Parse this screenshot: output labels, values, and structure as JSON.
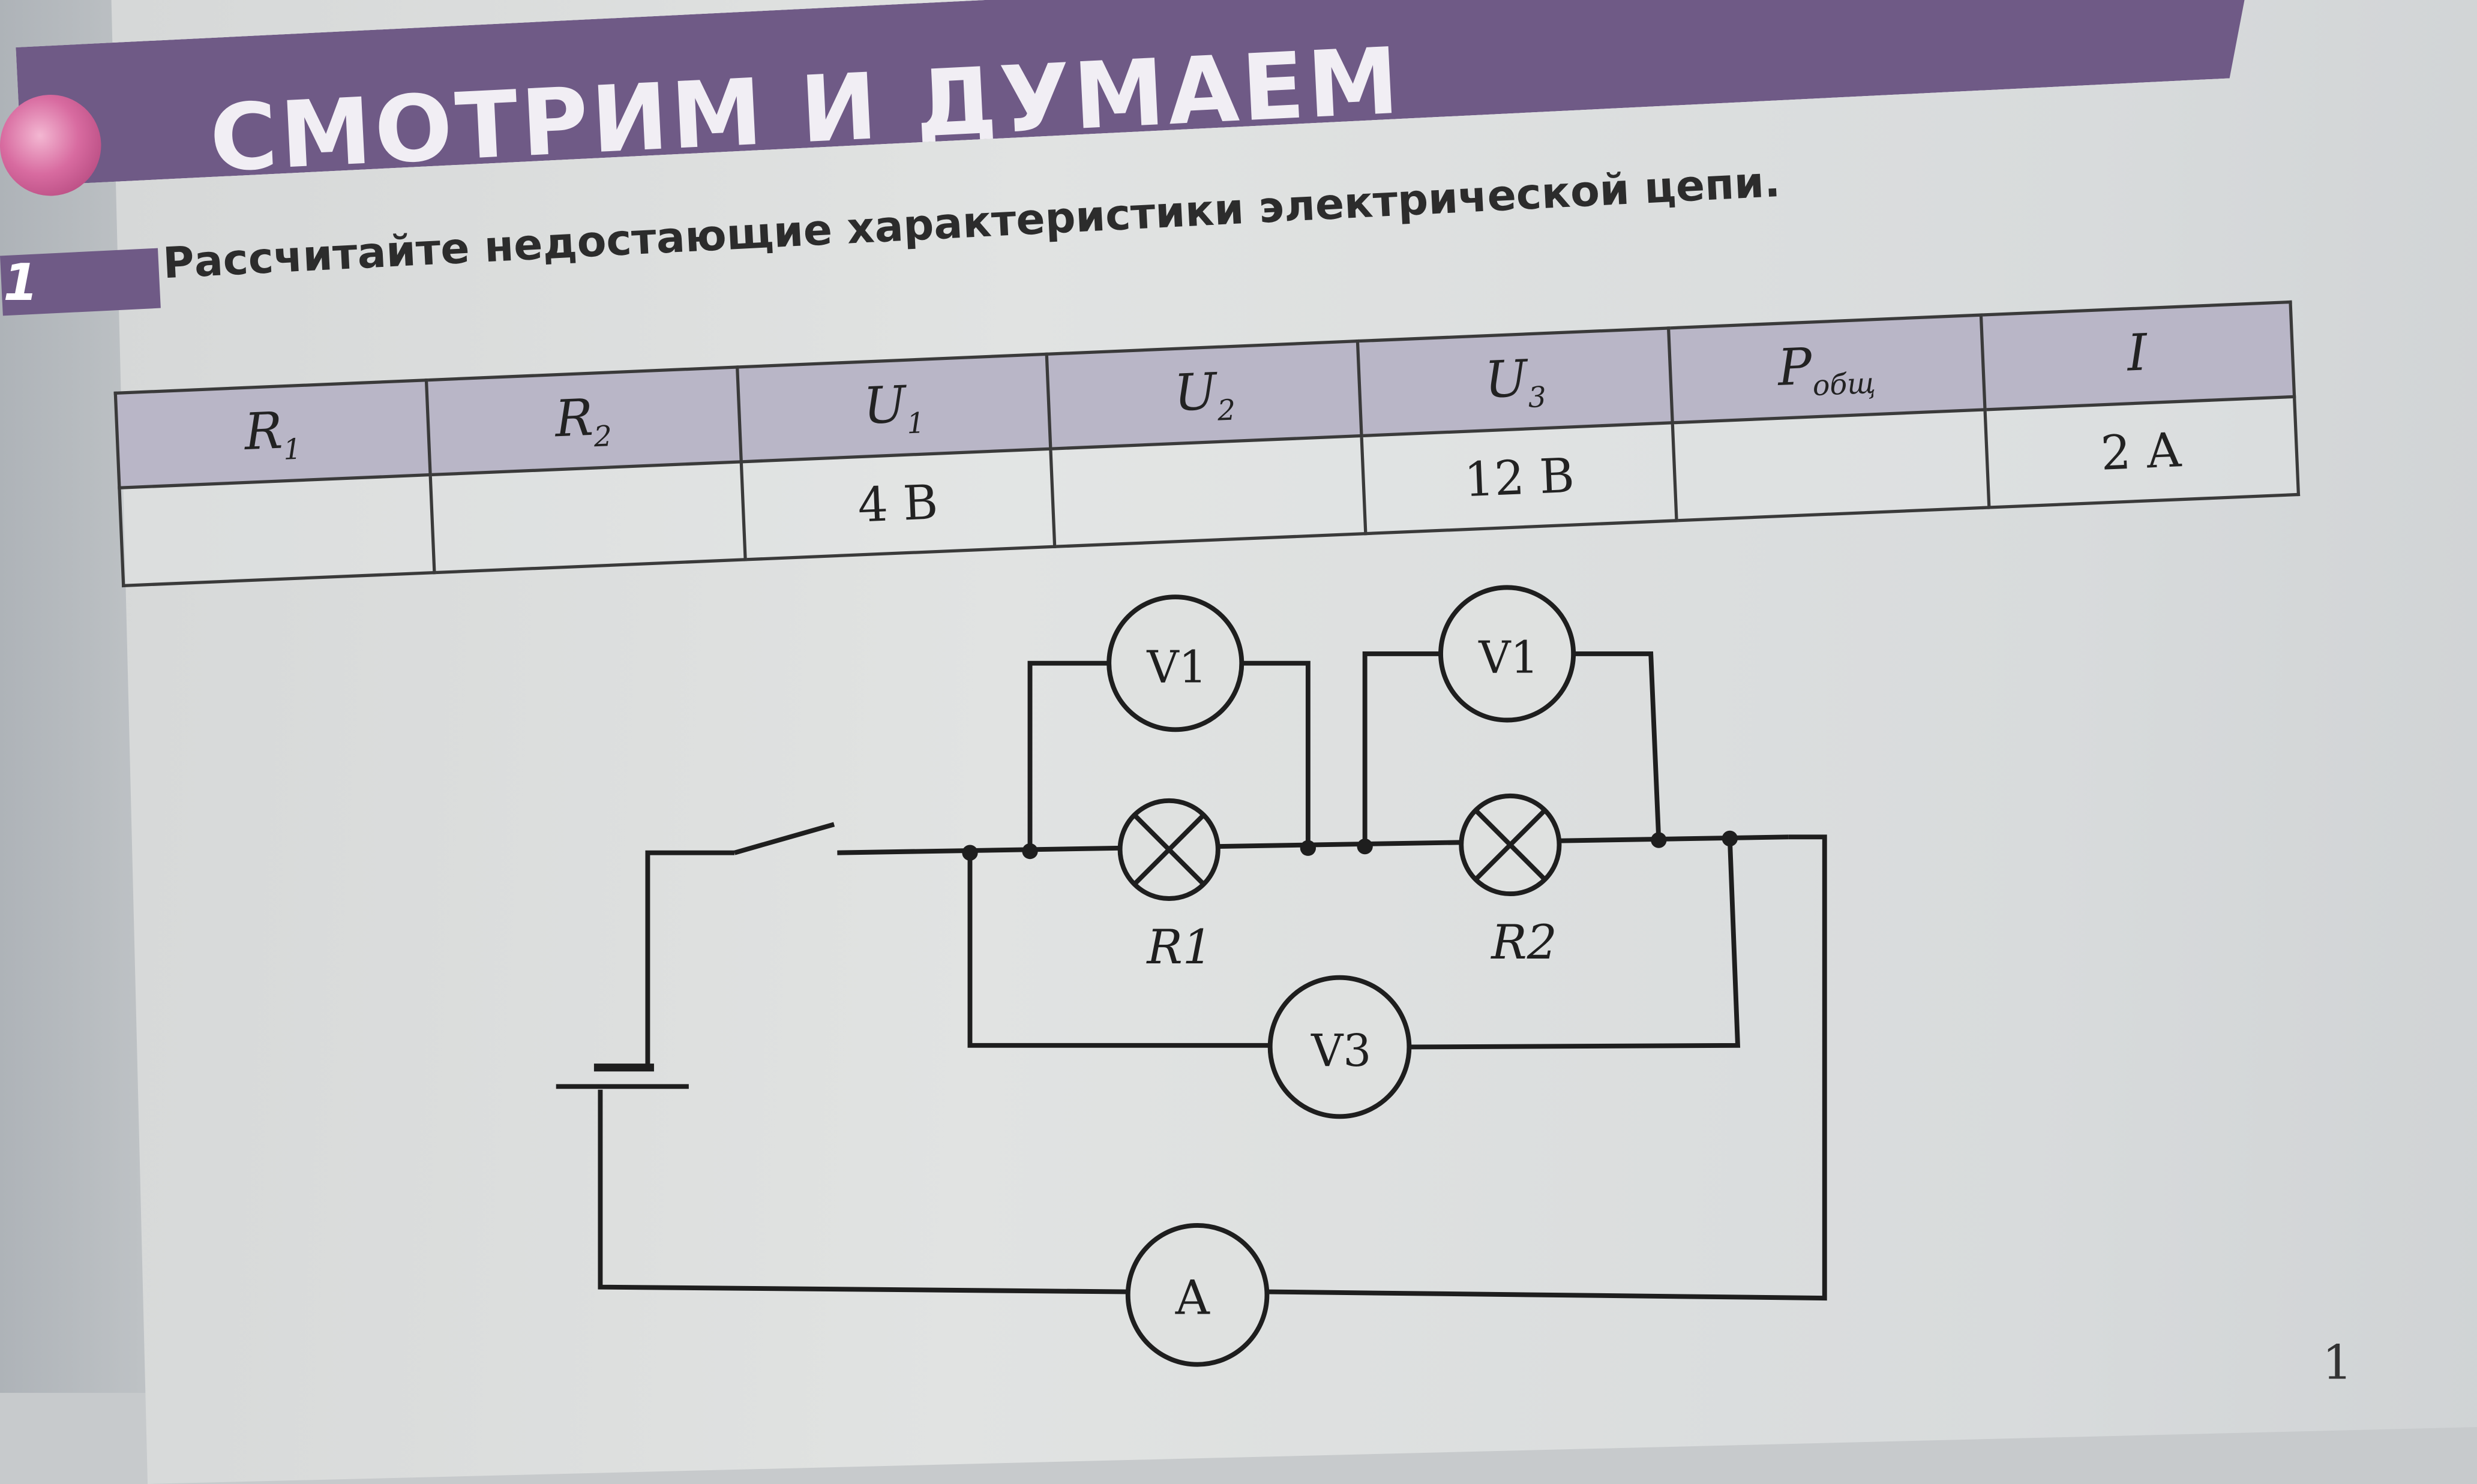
{
  "header": {
    "title": "СМОТРИМ И ДУМАЕМ"
  },
  "task": {
    "number": "1",
    "text": "Рассчитайте недостающие характеристики электрической цепи."
  },
  "table": {
    "headers": [
      {
        "main": "R",
        "sub": "1"
      },
      {
        "main": "R",
        "sub": "2"
      },
      {
        "main": "U",
        "sub": "1"
      },
      {
        "main": "U",
        "sub": "2"
      },
      {
        "main": "U",
        "sub": "3"
      },
      {
        "main": "P",
        "sub": "общ"
      },
      {
        "main": "I",
        "sub": ""
      }
    ],
    "values": [
      "",
      "",
      "4 В",
      "",
      "12 В",
      "",
      "2 А"
    ]
  },
  "circuit": {
    "meters": {
      "v1_left": "V1",
      "v1_right": "V1",
      "v3": "V3",
      "ammeter": "A"
    },
    "lamps": {
      "r1": "R1",
      "r2": "R2"
    }
  },
  "page_number": "1",
  "colors": {
    "banner": "#6f5a86",
    "table_header": "#b9b6c7",
    "bullet": "#d86ba0",
    "paper": "#dcdedd",
    "ink": "#222222"
  }
}
